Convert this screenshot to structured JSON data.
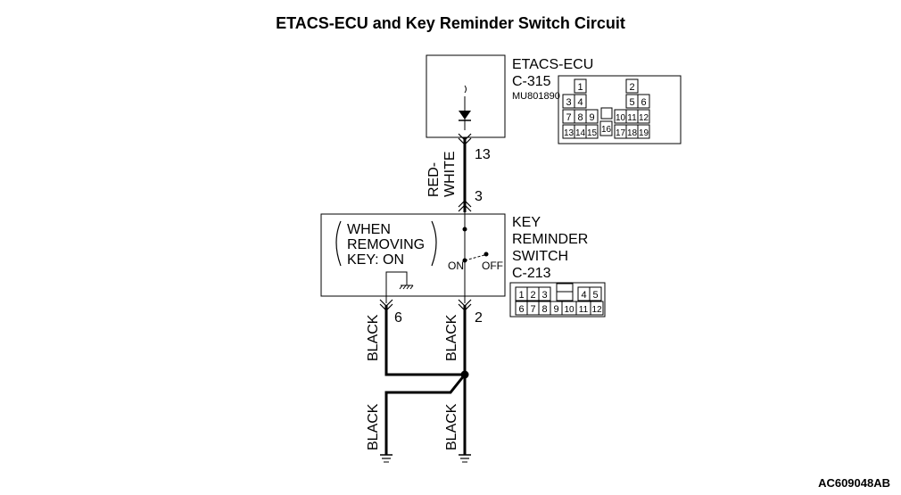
{
  "title": "ETACS-ECU and Key Reminder Switch Circuit",
  "doc_id": "AC609048AB",
  "ecu": {
    "name": "ETACS-ECU",
    "connector": "C-315",
    "part_no": "MU801890",
    "pin_out": "13",
    "connector_pins": {
      "row1": [
        "1",
        "2"
      ],
      "row2": [
        "3",
        "4",
        "5",
        "6"
      ],
      "row3": [
        "7",
        "8",
        "9",
        "10",
        "11",
        "12"
      ],
      "row4": [
        "13",
        "14",
        "15",
        "16",
        "17",
        "18",
        "19"
      ]
    }
  },
  "switch": {
    "name_line1": "KEY",
    "name_line2": "REMINDER",
    "name_line3": "SWITCH",
    "connector": "C-213",
    "condition_line1": "WHEN",
    "condition_line2": "REMOVING",
    "condition_line3": "KEY: ON",
    "on_label": "ON",
    "off_label": "OFF",
    "pin_in": "3",
    "pin_out_left": "6",
    "pin_out_right": "2",
    "connector_pins": {
      "row1": [
        "1",
        "2",
        "3",
        "4",
        "5"
      ],
      "row2": [
        "6",
        "7",
        "8",
        "9",
        "10",
        "11",
        "12"
      ]
    }
  },
  "wires": {
    "ecu_to_switch_line1": "RED-",
    "ecu_to_switch_line2": "WHITE",
    "left_upper": "BLACK",
    "right_upper": "BLACK",
    "left_lower": "BLACK",
    "right_lower": "BLACK"
  }
}
